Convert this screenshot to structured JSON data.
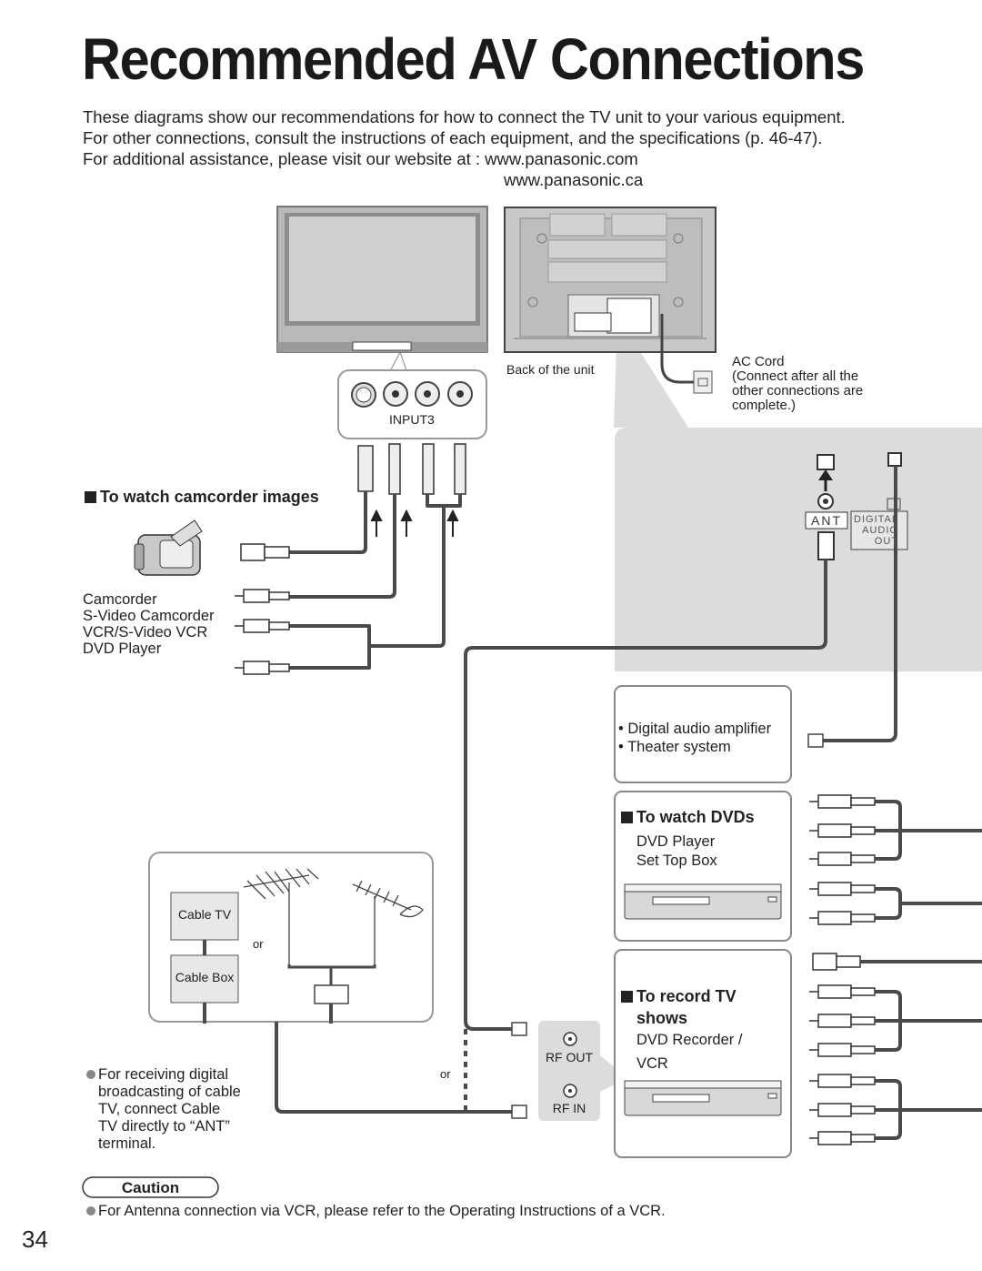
{
  "page": {
    "title": "Recommended AV Connections",
    "intro": [
      "These diagrams show our recommendations for how to connect the TV unit to your various equipment.",
      "For other connections, consult the instructions of each equipment, and the specifications (p. 46-47).",
      "For additional assistance, please visit our website at : www.panasonic.com",
      "www.panasonic.ca"
    ],
    "page_number": "34"
  },
  "tv": {
    "back_label": "Back of the unit",
    "input_label": "INPUT3",
    "ac_cord": [
      "AC Cord",
      "(Connect after all the",
      "other connections are",
      "complete.)"
    ],
    "ant_label": "ANT",
    "digital_audio_out": [
      "DIGITAL",
      "AUDIO",
      "OUT"
    ]
  },
  "camcorder": {
    "heading": "To watch camcorder images",
    "devices": [
      "Camcorder",
      "S-Video Camcorder",
      "VCR/S-Video VCR",
      "DVD Player"
    ]
  },
  "antenna": {
    "cable_tv": "Cable TV",
    "cable_box": "Cable Box",
    "or": "or",
    "note": [
      "For receiving digital",
      "broadcasting of cable",
      "TV, connect Cable",
      "TV directly to “ANT”",
      "terminal."
    ]
  },
  "rf": {
    "or": "or",
    "rf_out": "RF OUT",
    "rf_in": "RF IN"
  },
  "amplifier": {
    "items": [
      "• Digital audio amplifier",
      "• Theater system"
    ]
  },
  "dvd": {
    "heading": "To watch DVDs",
    "devices": [
      "DVD Player",
      "Set Top Box"
    ]
  },
  "record": {
    "heading": [
      "To record TV",
      "shows"
    ],
    "devices": [
      "DVD Recorder /",
      "VCR"
    ]
  },
  "caution": {
    "label": "Caution",
    "note": "For Antenna connection via VCR, please refer to the Operating Instructions of a VCR."
  },
  "colors": {
    "cable": "#4a4a4a",
    "panel_gray": "#d9d9db",
    "border_gray": "#8a8a8a"
  }
}
